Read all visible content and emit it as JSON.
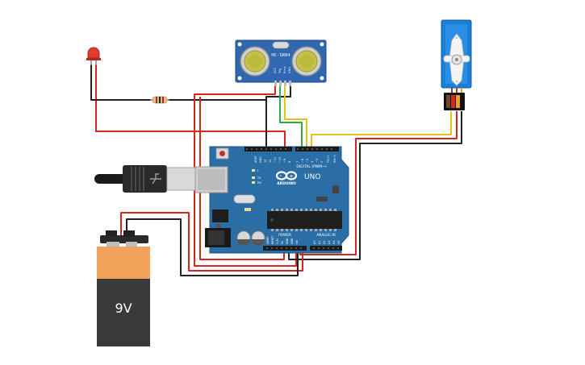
{
  "sensor": {
    "model": "HC-SR04",
    "pins": [
      "VCC",
      "Trig",
      "Echo",
      "GND"
    ]
  },
  "arduino": {
    "brand": "ARDUINO",
    "model": "UNO",
    "digital_label": "DIGITAL (PWM~)",
    "power_label": "POWER",
    "analog_label": "ANALOG IN",
    "led_labels": [
      "L",
      "TX",
      "RX"
    ],
    "digital_pins": [
      "AREF",
      "GND",
      "13",
      "12",
      "~11",
      "~10",
      "~9",
      "8",
      "7",
      "~6",
      "~5",
      "4",
      "~3",
      "2",
      "TX→1",
      "RX←0"
    ],
    "power_pins": [
      "IOREF",
      "RESET",
      "3.3V",
      "5V",
      "GND",
      "GND",
      "Vin"
    ],
    "analog_pins": [
      "A0",
      "A1",
      "A2",
      "A3",
      "A4",
      "A5"
    ]
  },
  "battery": {
    "label": "9V"
  },
  "colors": {
    "board": "#2b6ea6",
    "wire_red": "#d7261e",
    "wire_black": "#222222",
    "wire_yellow": "#e8c21a",
    "wire_green": "#2ea84a",
    "servo": "#1c7fd6",
    "sensor": "#2f68b0",
    "led": "#e23b2b",
    "battery_top": "#f1a35c",
    "battery_body": "#3a3a3a"
  }
}
